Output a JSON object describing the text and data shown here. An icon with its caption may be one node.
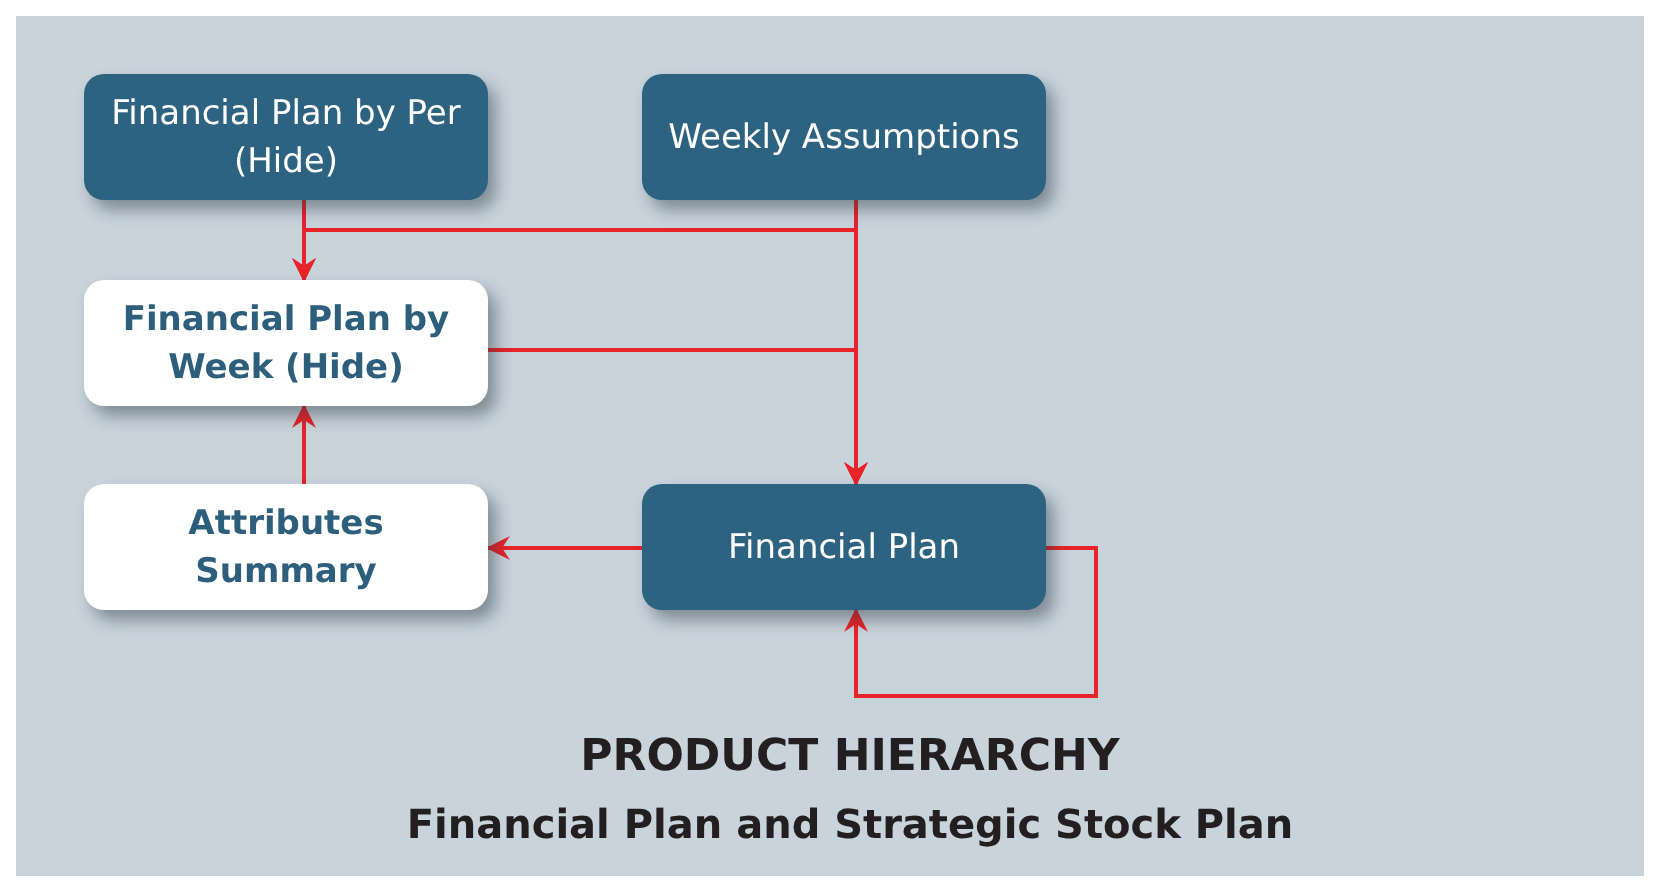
{
  "diagram": {
    "title": "PRODUCT HIERARCHY",
    "caption": "Financial Plan and Strategic Stock Plan",
    "nodes": [
      {
        "text": [
          "Financial Plan by Per (Hide)"
        ]
      },
      {
        "text": [
          "Weekly Assumptions"
        ]
      },
      {
        "text": [
          "Financial Plan by Week (Hide)"
        ]
      },
      {
        "text": [
          "Attributes Summary"
        ]
      },
      {
        "text": [
          "Financial Plan"
        ]
      }
    ],
    "edges": [
      {
        "from": 0,
        "to": 2,
        "arrow": "to"
      },
      {
        "from": 1,
        "to": 2,
        "arrow": "to"
      },
      {
        "from": 1,
        "to": 4,
        "arrow": "to"
      },
      {
        "from": 2,
        "to": 4,
        "arrow": "to"
      },
      {
        "from": 3,
        "to": 2,
        "arrow": "to"
      },
      {
        "from": 4,
        "to": 3,
        "arrow": "to"
      },
      {
        "from": 4,
        "to": 4,
        "arrow": "to"
      }
    ]
  }
}
